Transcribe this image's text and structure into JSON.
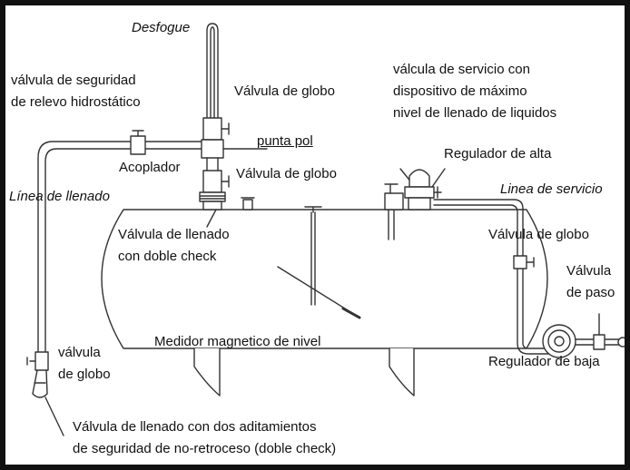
{
  "colors": {
    "line": "#333333",
    "fill": "#ffffff",
    "frame": "#111111",
    "text": "#111111"
  },
  "labels": {
    "desfogue": "Desfogue",
    "valvula_seguridad_1": "válvula de seguridad",
    "valvula_seguridad_2": "de relevo hidrostático",
    "valvula_globo_top": "Válvula de globo",
    "valcula_servicio_1": "válcula de servicio con",
    "valcula_servicio_2": "dispositivo de máximo",
    "valcula_servicio_3": "nivel de llenado de liquidos",
    "punta_pol": "punta pol",
    "regulador_alta": "Regulador de alta",
    "acoplador": "Acoplador",
    "valvula_globo_mid": "Válvula de globo",
    "linea_llenado": "Línea de llenado",
    "linea_servicio": "Linea de servicio",
    "valvula_llenado_1": "Válvula de llenado",
    "valvula_llenado_2": "con doble check",
    "valvula_globo_right": "Válvula de globo",
    "valvula_paso_1": "Válvula",
    "valvula_paso_2": "de paso",
    "medidor": "Medidor magnetico de nivel",
    "regulador_baja": "Regulador de baja",
    "valvula_globo_left_1": "válvula",
    "valvula_globo_left_2": "de globo",
    "bottom_1": "Válvula de llenado con dos aditamientos",
    "bottom_2": "de seguridad de no-retroceso (doble check)"
  }
}
